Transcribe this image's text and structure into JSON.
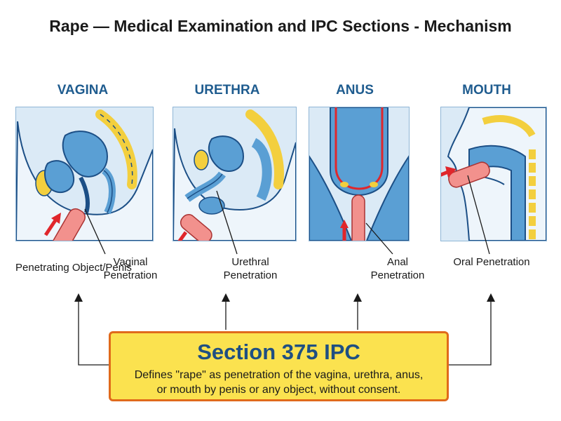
{
  "title": "Rape — Medical Examination and IPC Sections - Mechanism",
  "columns": [
    {
      "heading": "VAGINA"
    },
    {
      "heading": "URETHRA"
    },
    {
      "heading": "ANUS"
    },
    {
      "heading": "MOUTH"
    }
  ],
  "labels": {
    "penetrating_object": "Penetrating Object/Penis",
    "vaginal": "Vaginal Penetration",
    "urethral": "Urethral Penetration",
    "anal": "Anal Penetration",
    "oral": "Oral Penetration"
  },
  "section": {
    "title": "Section 375 IPC",
    "description_line1": "Defines \"rape\" as penetration of the vagina, urethra, anus,",
    "description_line2": "or mouth by penis or any object, without consent."
  },
  "colors": {
    "heading": "#1f5c8f",
    "organ_blue": "#5a9fd4",
    "outline": "#1c4f86",
    "bone_yellow": "#f3cf3e",
    "object_pink": "#f2918d",
    "arrow_red": "#e0262b",
    "box_fill": "#fbe24f",
    "box_border": "#e06a1b"
  }
}
